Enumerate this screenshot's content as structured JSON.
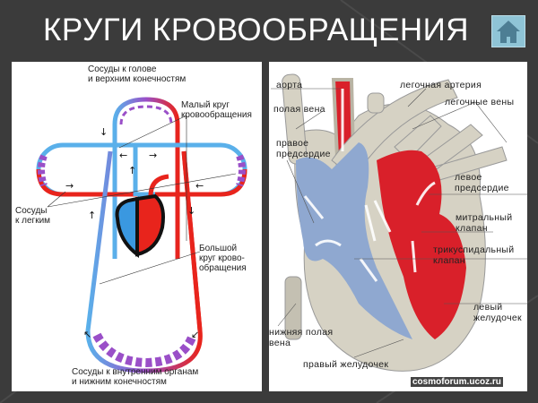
{
  "slide": {
    "title": "КРУГИ КРОВООБРАЩЕНИЯ",
    "home_button": {
      "icon": "home-icon",
      "color": "#8fc4d6"
    }
  },
  "left_diagram": {
    "labels": {
      "head_vessels_1": "Сосуды к голове",
      "head_vessels_2": "и верхним конечностям",
      "small_circle_1": "Малый круг",
      "small_circle_2": "кровообращения",
      "lung_vessels_1": "Сосуды",
      "lung_vessels_2": "к легким",
      "big_circle_1": "Большой",
      "big_circle_2": "круг крово-",
      "big_circle_3": "обращения",
      "organ_vessels_1": "Сосуды к внутренним органам",
      "organ_vessels_2": "и нижним конечностям"
    },
    "colors": {
      "arterial": "#e8241c",
      "venous": "#5ab0ea",
      "capillary": "#9a4fc8"
    }
  },
  "right_diagram": {
    "labels": {
      "aorta": "аорта",
      "vena_cava": "полая вена",
      "right_atrium_1": "правое",
      "right_atrium_2": "предсердие",
      "pulmonary_artery": "легочная артерия",
      "pulmonary_veins": "легочные вены",
      "left_atrium_1": "левое",
      "left_atrium_2": "предсердие",
      "mitral_valve_1": "митральный",
      "mitral_valve_2": "клапан",
      "tricuspid_valve_1": "трикуспидальный",
      "tricuspid_valve_2": "клапан",
      "left_ventricle_1": "левый",
      "left_ventricle_2": "желудочек",
      "inferior_vena_cava_1": "нижняя полая",
      "inferior_vena_cava_2": "вена",
      "right_ventricle": "правый желудочек"
    },
    "watermark": "cosmoforum.ucoz.ru",
    "colors": {
      "oxygenated": "#d9202a",
      "deoxygenated": "#8fa8d0",
      "tissue": "#d6d2c4"
    }
  }
}
